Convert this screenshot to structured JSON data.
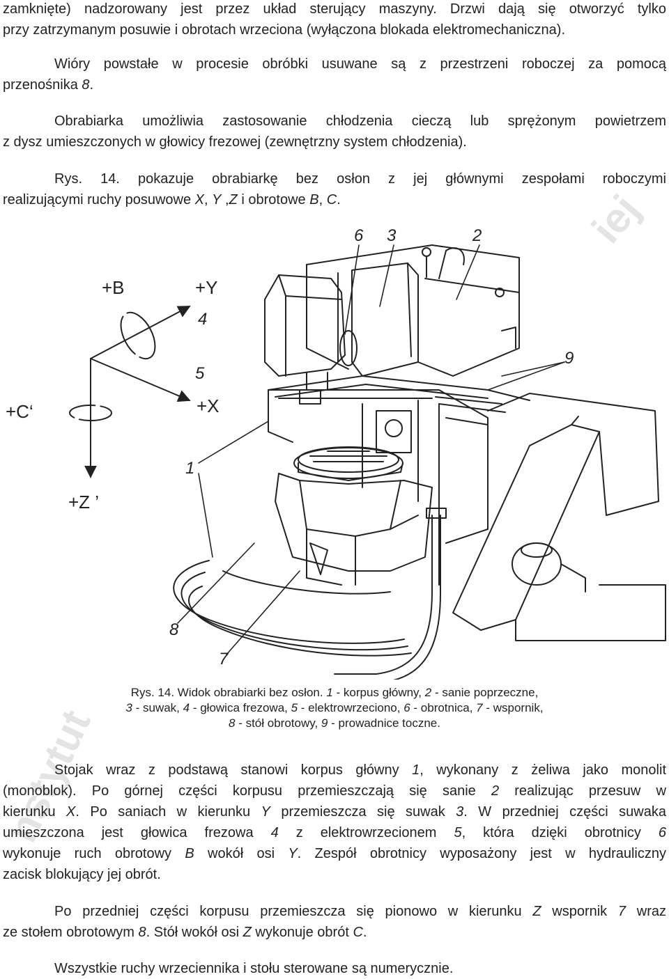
{
  "paragraphs": {
    "p1": {
      "line1": "zamknięte) nadzorowany jest przez układ sterujący maszyny. Drzwi dają się otworzyć tylko",
      "line2": "przy zatrzymanym posuwie i obrotach wrzeciona (wyłączona blokada elektromechaniczna)."
    },
    "p2": {
      "line1": "Wióry powstałe w procesie obróbki usuwane są z przestrzeni roboczej za pomocą",
      "line2a": "przenośnika ",
      "line2b": "8",
      "line2c": "."
    },
    "p3": {
      "line1": "Obrabiarka umożliwia zastosowanie chłodzenia cieczą lub sprężonym powietrzem",
      "line2": "z dysz umieszczonych w głowicy frezowej (zewnętrzny system chłodzenia)."
    },
    "p4": {
      "line1": "Rys. 14. pokazuje obrabiarkę bez osłon z jej głównymi zespołami roboczymi",
      "line2a": "realizującymi ruchy posuwowe ",
      "x": "X",
      "sep1": ", ",
      "y": "Y",
      "sep2": " ,",
      "z": "Z",
      "line2b": " i obrotowe ",
      "b": "B",
      "sep3": ", ",
      "c": "C",
      "end": "."
    },
    "p5": {
      "l1a": "Stojak wraz z podstawą stanowi korpus główny ",
      "l1b": "1",
      "l1c": ", wykonany z żeliwa jako monolit",
      "l2a": "(monoblok). Po górnej części korpusu przemieszczają się sanie ",
      "l2b": "2",
      "l2c": " realizując przesuw w",
      "l3a": "kierunku ",
      "l3b": "X",
      "l3c": ". Po saniach w kierunku ",
      "l3d": "Y",
      "l3e": " przemieszcza się suwak ",
      "l3f": "3",
      "l3g": ". W przedniej części suwaka",
      "l4a": "umieszczona jest głowica frezowa ",
      "l4b": "4",
      "l4c": " z elektrowrzecionem ",
      "l4d": "5",
      "l4e": ", która dzięki obrotnicy ",
      "l4f": "6",
      "l5a": "wykonuje ruch obrotowy ",
      "l5b": "B",
      "l5c": " wokół osi ",
      "l5d": "Y",
      "l5e": ". Zespół obrotnicy wyposażony jest w hydrauliczny",
      "l6": "zacisk blokujący jej obrót."
    },
    "p6": {
      "l1a": "Po przedniej części korpusu przemieszcza się pionowo w kierunku ",
      "l1b": "Z",
      "l1c": " wspornik ",
      "l1d": "7",
      "l1e": " wraz",
      "l2a": "ze stołem obrotowym ",
      "l2b": "8",
      "l2c": ". Stół wokół osi ",
      "l2d": "Z",
      "l2e": " wykonuje obrót ",
      "l2f": "C",
      "l2g": "."
    },
    "p7": "Wszystkie ruchy wrzeciennika i stołu sterowane są numerycznie."
  },
  "figure": {
    "axis_labels": {
      "b": "+B",
      "y": "+Y",
      "c": "+C‘",
      "x": "+X",
      "z": "+Z ’"
    },
    "part_numbers": {
      "n1": "1",
      "n2": "2",
      "n3": "3",
      "n4": "4",
      "n5": "5",
      "n6": "6",
      "n7": "7",
      "n8": "8",
      "n9": "9"
    }
  },
  "caption": {
    "l1a": "Rys. 14. Widok obrabiarki bez osłon. ",
    "l1b": "1",
    "l1c": " - korpus główny, ",
    "l1d": "2",
    "l1e": " - sanie poprzeczne,",
    "l2a": "3",
    "l2b": " - suwak, ",
    "l2c": "4",
    "l2d": " - głowica frezowa, ",
    "l2e": "5",
    "l2f": " - elektrowrzeciono, ",
    "l2g": "6",
    "l2h": " - obrotnica, ",
    "l2i": "7",
    "l2j": " - wspornik,",
    "l3a": "8",
    "l3b": " - stół obrotowy, ",
    "l3c": "9",
    "l3d": " - prowadnice toczne."
  },
  "colors": {
    "text": "#222222",
    "drawing": "#222222",
    "watermark": "#e4e4e4"
  }
}
